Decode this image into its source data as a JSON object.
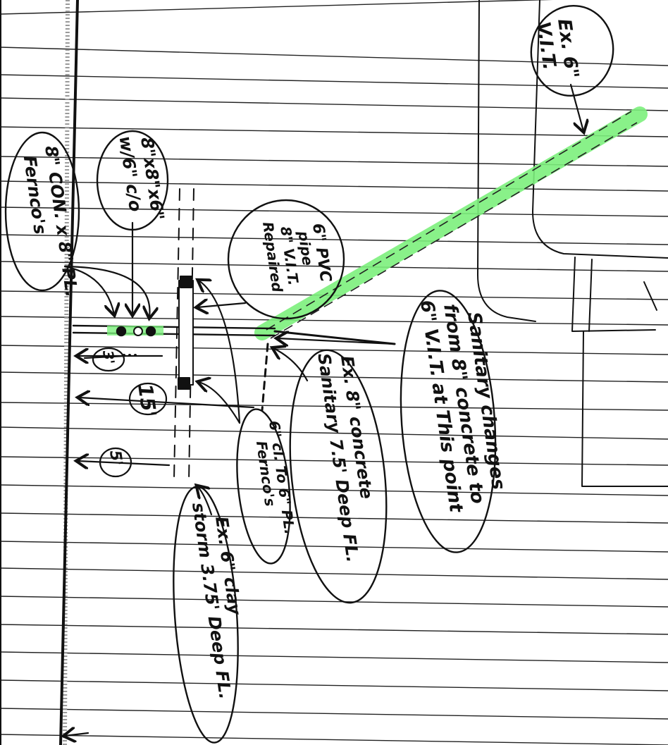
{
  "colors": {
    "ink": "#111111",
    "ruled_line": "#222222",
    "highlight": "#7CF07C",
    "paper": "#ffffff"
  },
  "notes": {
    "ex_6_vit": [
      "Ex. 6\"",
      "V.I.T."
    ],
    "conn_8x8_pl": [
      "8\" CON. x 8\" PL.",
      "Fernco's"
    ],
    "wye_8x8x6": [
      "8\"x8\"x6\"",
      "w/6\" c/o"
    ],
    "pvc_repaired": [
      "6\" PVC",
      "pipe",
      "8\" V.I.T.",
      "Repaired"
    ],
    "sanitary_changes": [
      "Sanitary changes",
      "from 8\" concrete to",
      "6\" V.I.T. at This point"
    ],
    "ex_8_concrete": [
      "Ex. 8\" concrete",
      "Sanitary 7.5' Deep FL."
    ],
    "cl_to_pl": [
      "6\" cl. To 6\" PL.",
      "Fernco's"
    ],
    "ex_6_clay_storm": [
      "Ex. 6\" clay",
      "storm 3.75' Deep FL."
    ]
  },
  "dimensions": {
    "dim_3": "3'",
    "dim_15": "15'",
    "dim_5": "5'"
  }
}
